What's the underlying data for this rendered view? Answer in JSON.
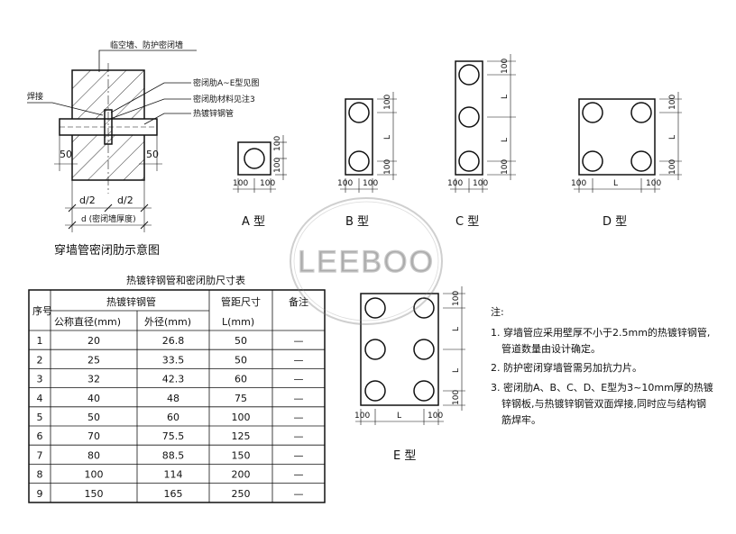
{
  "wall_diagram": {
    "wall_label": "临空墙、防护密闭墙",
    "rib_type_label": "密闭肋A~E型见图",
    "rib_material_label": "密闭肋材料见注3",
    "pipe_label": "热镀锌钢管",
    "weld_label": "焊接",
    "dim_left": "50",
    "dim_right": "50",
    "half_left": "d/2",
    "half_right": "d/2",
    "thickness_label": "d (密闭墙厚度)",
    "caption": "穿墙管密闭肋示意图"
  },
  "plate_types": {
    "A": {
      "name": "A 型",
      "dims_h": [
        "100",
        "100"
      ],
      "dims_v": [
        "100",
        "100"
      ]
    },
    "B": {
      "name": "B 型",
      "dims_h": [
        "100",
        "100"
      ],
      "dims_v": [
        "100",
        "L",
        "100"
      ]
    },
    "C": {
      "name": "C 型",
      "dims_h": [
        "100",
        "100"
      ],
      "dims_v": [
        "100",
        "L",
        "L",
        "100"
      ]
    },
    "D": {
      "name": "D 型",
      "dims_h": [
        "100",
        "L",
        "100"
      ],
      "dims_v": [
        "100",
        "L",
        "100"
      ]
    },
    "E": {
      "name": "E 型",
      "dims_h": [
        "100",
        "L",
        "100"
      ],
      "dims_v": [
        "100",
        "L",
        "L",
        "100"
      ]
    }
  },
  "watermark": "LEEBOO",
  "table": {
    "title": "热镀锌钢管和密闭肋尺寸表",
    "headers": {
      "seq": "序号",
      "pipe": "热镀锌钢管",
      "nominal": "公称直径(mm)",
      "outer": "外径(mm)",
      "spacing": "管距尺寸",
      "spacing_unit": "L(mm)",
      "remark": "备注"
    },
    "rows": [
      [
        "1",
        "20",
        "26.8",
        "50",
        "—"
      ],
      [
        "2",
        "25",
        "33.5",
        "50",
        "—"
      ],
      [
        "3",
        "32",
        "42.3",
        "60",
        "—"
      ],
      [
        "4",
        "40",
        "48",
        "75",
        "—"
      ],
      [
        "5",
        "50",
        "60",
        "100",
        "—"
      ],
      [
        "6",
        "70",
        "75.5",
        "125",
        "—"
      ],
      [
        "7",
        "80",
        "88.5",
        "150",
        "—"
      ],
      [
        "8",
        "100",
        "114",
        "200",
        "—"
      ],
      [
        "9",
        "150",
        "165",
        "250",
        "—"
      ]
    ]
  },
  "notes": {
    "heading": "注:",
    "items": [
      [
        "1. 穿墙管应采用壁厚不小于2.5mm的热镀锌钢管,",
        "管道数量由设计确定。"
      ],
      [
        "2. 防护密闭穿墙管需另加抗力片。"
      ],
      [
        "3. 密闭肋A、B、C、D、E型为3~10mm厚的热镀",
        "锌钢板,与热镀锌钢管双面焊接,同时应与结构钢",
        "筋焊牢。"
      ]
    ]
  }
}
